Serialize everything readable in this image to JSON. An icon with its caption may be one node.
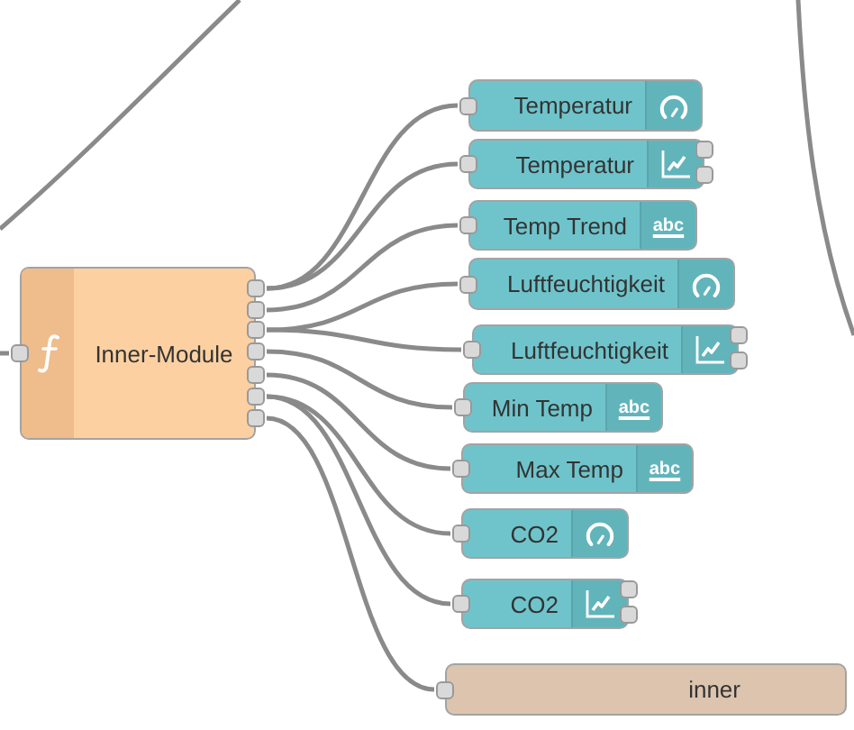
{
  "diagram": {
    "nodes": [
      {
        "text": [
          "Inner-Module"
        ]
      },
      {
        "text": [
          "Temperatur"
        ]
      },
      {
        "text": [
          "Temperatur"
        ]
      },
      {
        "text": [
          "Temp Trend",
          "abc"
        ]
      },
      {
        "text": [
          "Luftfeuchtigkeit"
        ]
      },
      {
        "text": [
          "Luftfeuchtigkeit"
        ]
      },
      {
        "text": [
          "Min Temp",
          "abc"
        ]
      },
      {
        "text": [
          "Max Temp",
          "abc"
        ]
      },
      {
        "text": [
          "CO2"
        ]
      },
      {
        "text": [
          "CO2"
        ]
      },
      {
        "text": [
          "inner"
        ]
      }
    ],
    "edges": [
      {
        "from": null,
        "to": 0,
        "arrow": "none"
      },
      {
        "from": 0,
        "to": 1,
        "arrow": "none"
      },
      {
        "from": 0,
        "to": 2,
        "arrow": "none"
      },
      {
        "from": 0,
        "to": 3,
        "arrow": "none"
      },
      {
        "from": 0,
        "to": 4,
        "arrow": "none"
      },
      {
        "from": 0,
        "to": 5,
        "arrow": "none"
      },
      {
        "from": 0,
        "to": 6,
        "arrow": "none"
      },
      {
        "from": 0,
        "to": 7,
        "arrow": "none"
      },
      {
        "from": 0,
        "to": 8,
        "arrow": "none"
      },
      {
        "from": 0,
        "to": 9,
        "arrow": "none"
      },
      {
        "from": 0,
        "to": 10,
        "arrow": "none"
      }
    ]
  }
}
